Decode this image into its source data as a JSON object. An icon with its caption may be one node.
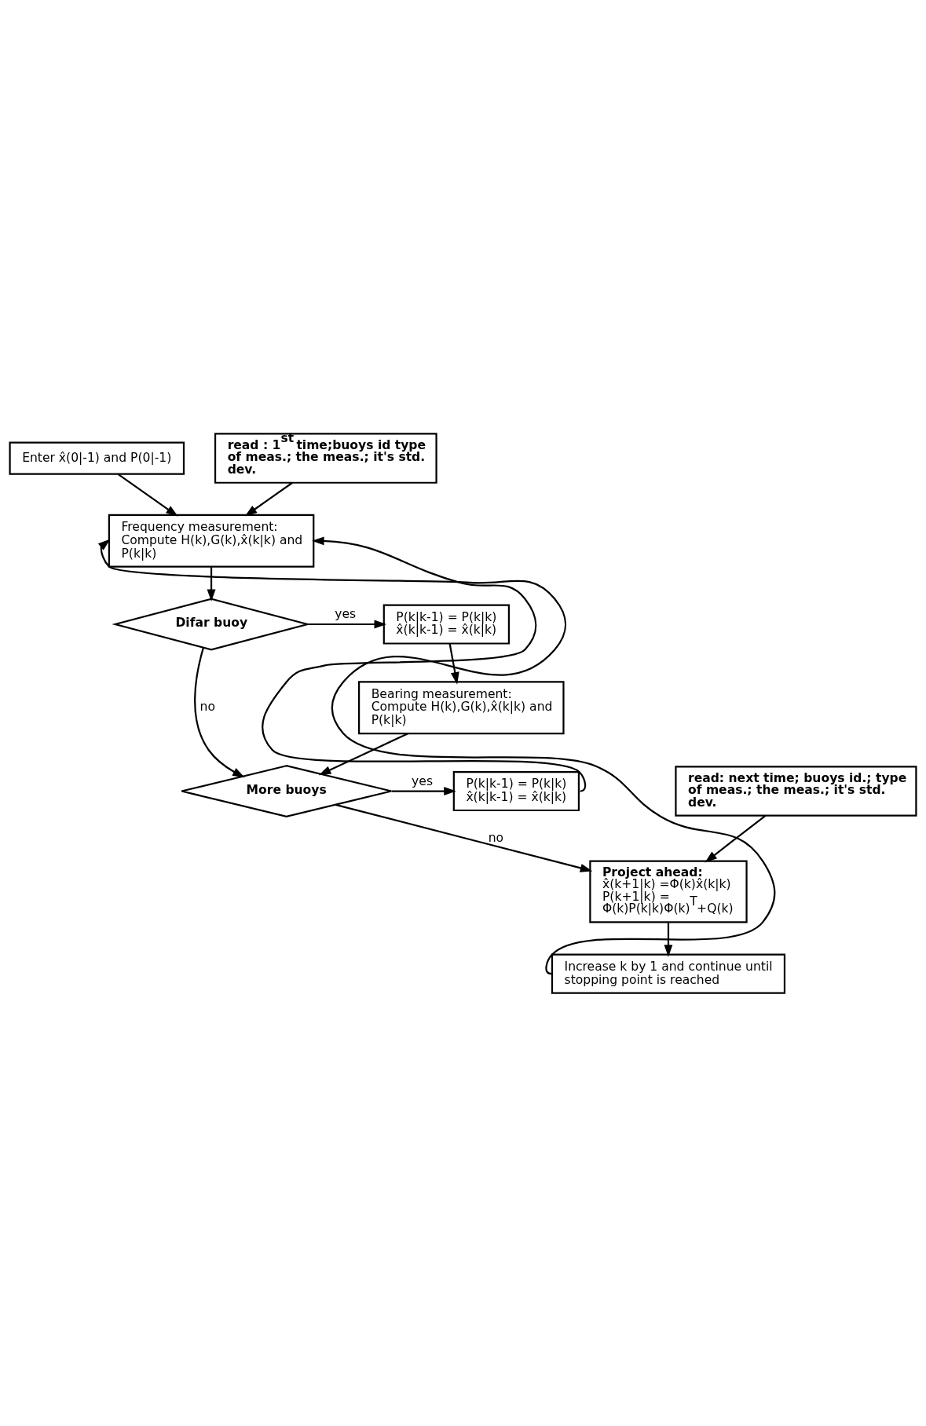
{
  "diagram": {
    "nodes": [
      {
        "text": [
          "Enter x̂(0|-1) and P(0|-1)"
        ]
      },
      {
        "text": [
          "read : 1$^{st}$ time;buoys id type of meas.; the meas.; it's std. dev."
        ]
      },
      {
        "text": [
          "Frequency measurement:",
          "Compute H(k),G(k),x̂(k|k) and P(k|k)"
        ]
      },
      {
        "text": [
          "Difar buoy"
        ]
      },
      {
        "text": [
          "P(k|k-1) = P(k|k)",
          "x̂(k|k-1) = x̂(k|k)"
        ]
      },
      {
        "text": [
          "Bearing measurement:",
          "Compute H(k),G(k),x̂(k|k) and P(k|k)"
        ]
      },
      {
        "text": [
          "More buoys"
        ]
      },
      {
        "text": [
          "P(k|k-1) = P(k|k)",
          "x̂(k|k-1) = x̂(k|k)"
        ]
      },
      {
        "text": [
          "read: next time; buoys id.; type of meas.; the meas.; it's std. dev."
        ]
      },
      {
        "text": [
          "Project ahead:",
          "x̂(k+1|k) =Φ(k)x̂(k|k)",
          "P(k+1|k) = Φ(k)P(k|k)Φ(k)$^{T}$+Q(k)"
        ]
      },
      {
        "text": [
          "Increase k by 1 and continue until stopping point is reached"
        ]
      }
    ],
    "edges": [
      {
        "from": 0,
        "to": 2,
        "arrow": "to"
      },
      {
        "from": 1,
        "to": 2,
        "arrow": "to"
      },
      {
        "from": 2,
        "to": 3,
        "arrow": "to"
      },
      {
        "from": 3,
        "to": 4,
        "arrow": "to",
        "label": "yes"
      },
      {
        "from": 3,
        "to": 6,
        "arrow": "to",
        "label": "no"
      },
      {
        "from": 4,
        "to": 5,
        "arrow": "to"
      },
      {
        "from": 5,
        "to": 6,
        "arrow": "to"
      },
      {
        "from": 6,
        "to": 7,
        "arrow": "to",
        "label": "yes"
      },
      {
        "from": 7,
        "to": 2,
        "arrow": "to"
      },
      {
        "from": 6,
        "to": 9,
        "arrow": "to",
        "label": "no"
      },
      {
        "from": 8,
        "to": 9,
        "arrow": "to"
      },
      {
        "from": 9,
        "to": 10,
        "arrow": "to"
      },
      {
        "from": 10,
        "to": 2,
        "arrow": "to"
      }
    ]
  }
}
